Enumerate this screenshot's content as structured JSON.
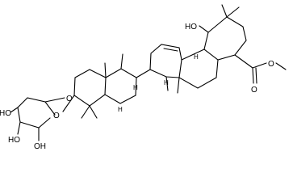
{
  "molecule": {
    "labels": {
      "oh_top": "HO",
      "o_ester_carbonyl": "O",
      "o_ester_single": "O",
      "o_glycoside": "O",
      "o_ring": "O",
      "ho_c4": "HO",
      "ho_c3": "HO",
      "oh_c2": "OH",
      "h1": "H",
      "h2": "H",
      "h3": "H",
      "h4": "H"
    }
  }
}
